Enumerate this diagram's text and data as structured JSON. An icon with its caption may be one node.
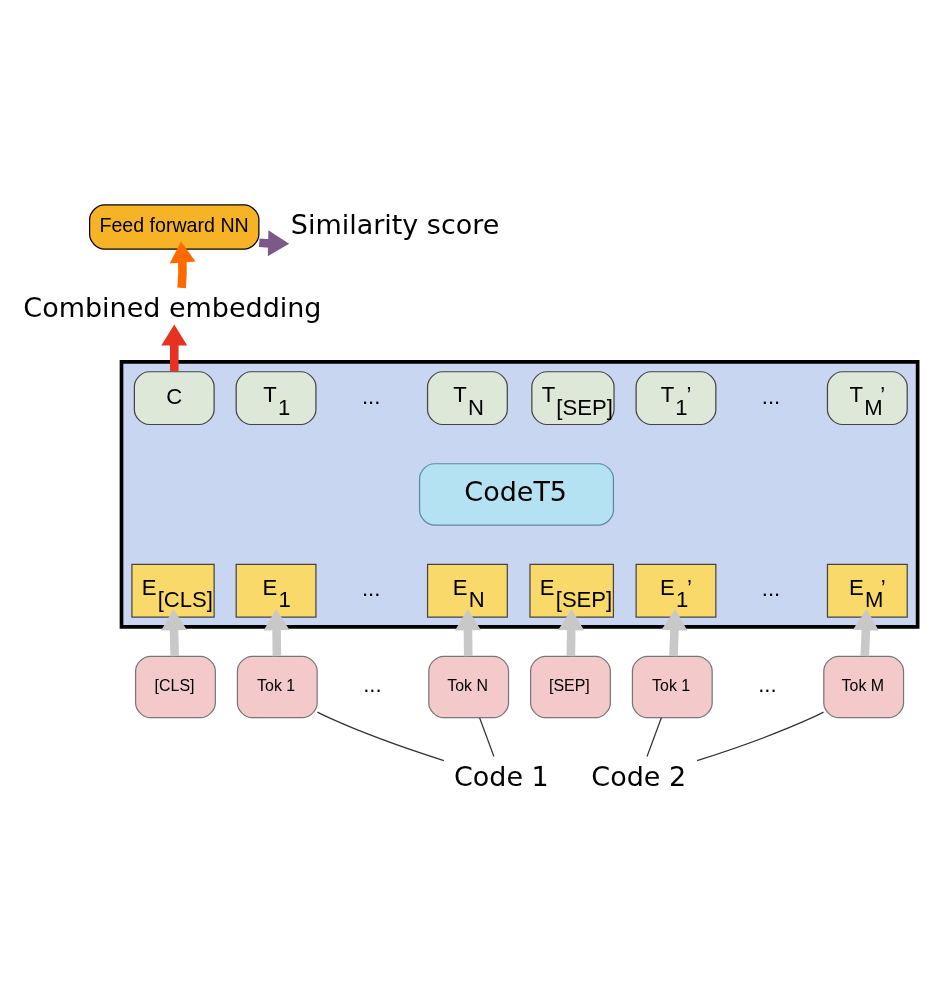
{
  "diagram": {
    "nodes": [
      {
        "text": [
          "Feed forward NN"
        ]
      },
      {
        "text": [
          "Similarity score"
        ]
      },
      {
        "text": [
          "Combined embedding"
        ]
      },
      {
        "text": [],
        "shape": "box"
      },
      {
        "text": [
          "CodeT5"
        ],
        "in": 3
      },
      {
        "text": [
          "C"
        ],
        "in": 3
      },
      {
        "text": [
          "T$_{1}$"
        ],
        "in": 3
      },
      {
        "text": [
          "T$_{N}$"
        ],
        "in": 3
      },
      {
        "text": [
          "T$_{[SEP]}$"
        ],
        "in": 3
      },
      {
        "text": [
          "T$_{1}$’"
        ],
        "in": 3
      },
      {
        "text": [
          "T$_{M}$’"
        ],
        "in": 3
      },
      {
        "text": [
          "E$_{[CLS]}$"
        ],
        "in": 3
      },
      {
        "text": [
          "E$_{1}$"
        ],
        "in": 3
      },
      {
        "text": [
          "E$_{N}$"
        ],
        "in": 3
      },
      {
        "text": [
          "E$_{[SEP]}$"
        ],
        "in": 3
      },
      {
        "text": [
          "E$_{1}$’"
        ],
        "in": 3
      },
      {
        "text": [
          "E$_{M}$’"
        ],
        "in": 3
      },
      {
        "text": [
          "[CLS]"
        ]
      },
      {
        "text": [
          "Tok 1"
        ]
      },
      {
        "text": [
          "Tok N"
        ]
      },
      {
        "text": [
          "[SEP]"
        ]
      },
      {
        "text": [
          "Tok 1"
        ]
      },
      {
        "text": [
          "Tok M"
        ]
      },
      {
        "text": [
          "Code 1"
        ]
      },
      {
        "text": [
          "Code 2"
        ]
      }
    ],
    "edges": [
      {
        "from": 2,
        "to": 0,
        "arrow": "to",
        "color": "#ff6a00"
      },
      {
        "from": 0,
        "to": 1,
        "arrow": "to",
        "color": "#7b5a8a"
      },
      {
        "from": 5,
        "to": 2,
        "arrow": "to",
        "color": "#e53222"
      },
      {
        "from": 17,
        "to": 11,
        "arrow": "to",
        "color": "#c8c8c8"
      },
      {
        "from": 18,
        "to": 12,
        "arrow": "to",
        "color": "#c8c8c8"
      },
      {
        "from": 19,
        "to": 13,
        "arrow": "to",
        "color": "#c8c8c8"
      },
      {
        "from": 20,
        "to": 14,
        "arrow": "to",
        "color": "#c8c8c8"
      },
      {
        "from": 21,
        "to": 15,
        "arrow": "to",
        "color": "#c8c8c8"
      },
      {
        "from": 22,
        "to": 16,
        "arrow": "to",
        "color": "#c8c8c8"
      },
      {
        "from": 23,
        "to": 18,
        "arrow": "none",
        "color": "#333333"
      },
      {
        "from": 23,
        "to": 19,
        "arrow": "none",
        "color": "#333333"
      },
      {
        "from": 24,
        "to": 21,
        "arrow": "none",
        "color": "#333333"
      },
      {
        "from": 24,
        "to": 22,
        "arrow": "none",
        "color": "#333333"
      }
    ],
    "labels": [
      "...",
      "...",
      "...",
      "...",
      "...",
      "..."
    ]
  }
}
